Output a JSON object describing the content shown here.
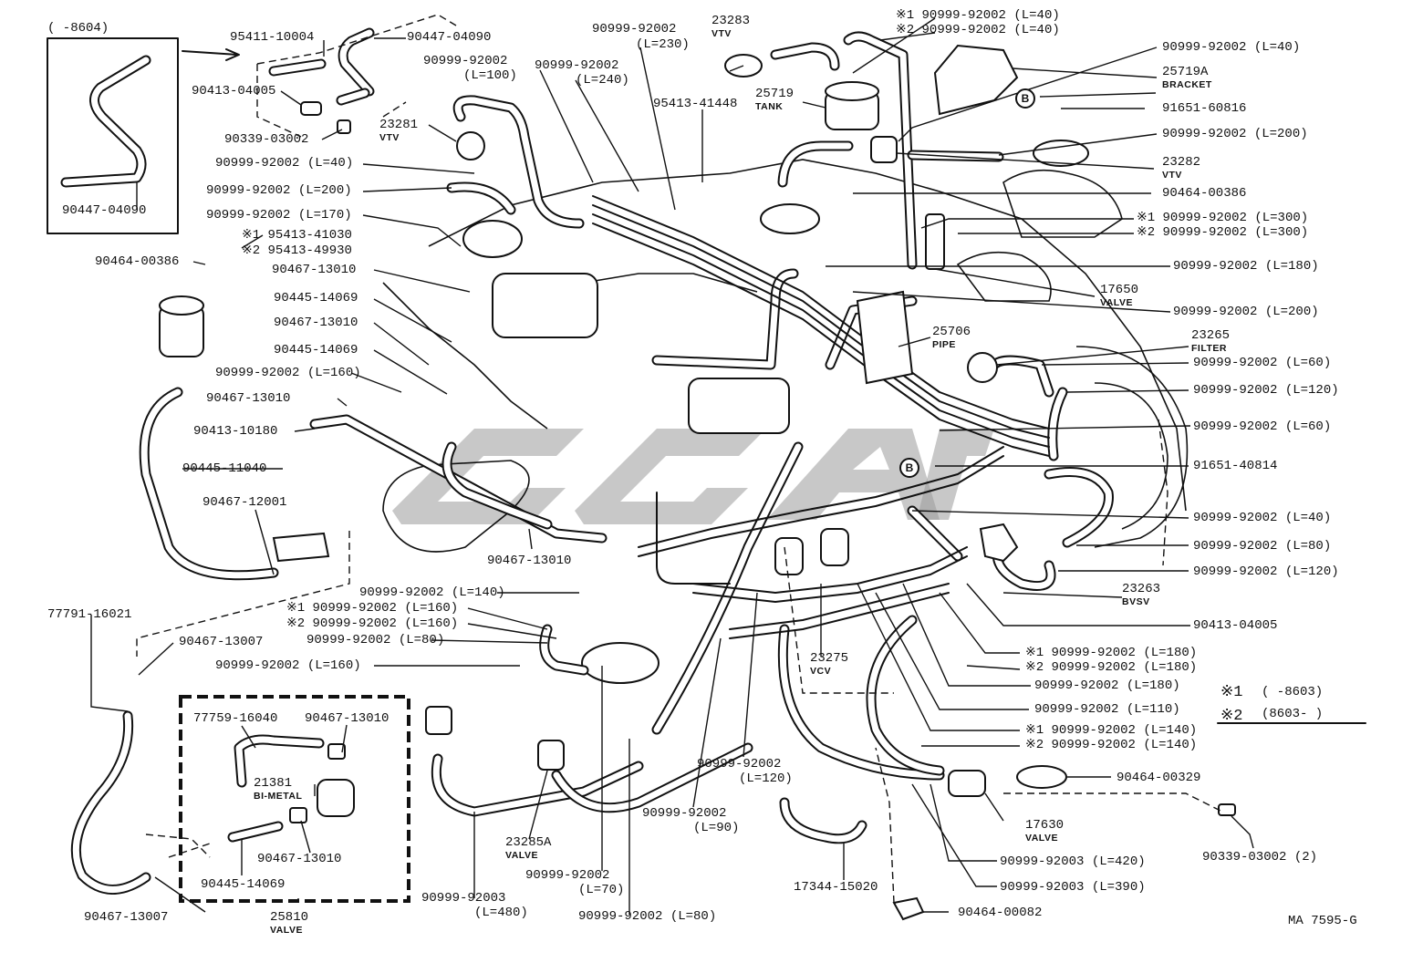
{
  "diagram_code": "MA 7595-G",
  "inset_label": "(      -8604)",
  "legend": {
    "note1": "※1",
    "note1_range": "(        -8603)",
    "note2": "※2",
    "note2_range": "(8603-          )"
  },
  "part_labels": {
    "p95411_10004": "95411-10004",
    "p90447_04090_top": "90447-04090",
    "p90447_04090_inset": "90447-04090",
    "p90413_04005_top": "90413-04005",
    "p90339_03002_top": "90339-03002",
    "p23281": "23281",
    "p23281_sub": "VTV",
    "p90999_40_a": "90999-92002 (L=40)",
    "p90999_200_a": "90999-92002 (L=200)",
    "p90999_170": "90999-92002 (L=170)",
    "p95413_41030": "※1 95413-41030",
    "p95413_49930": "※2 95413-49930",
    "p90464_00386_left": "90464-00386",
    "p90467_13010_a": "90467-13010",
    "p90445_14069_a": "90445-14069",
    "p90467_13010_b": "90467-13010",
    "p90445_14069_b": "90445-14069",
    "p90999_160_a": "90999-92002 (L=160)",
    "p90467_13010_c": "90467-13010",
    "p90413_10180": "90413-10180",
    "p90445_11040": "90445-11040",
    "p90467_12001": "90467-12001",
    "p90467_13010_d": "90467-13010",
    "p90999_140_a": "90999-92002 (L=140)",
    "p90999_160_s1": "※1 90999-92002 (L=160)",
    "p90999_160_s2": "※2 90999-92002 (L=160)",
    "p90999_80_a": "90999-92002 (L=80)",
    "p90999_160_b": "90999-92002 (L=160)",
    "p77791_16021": "77791-16021",
    "p90467_13007_a": "90467-13007",
    "p77759_16040": "77759-16040",
    "p90467_13010_e": "90467-13010",
    "p21381": "21381",
    "p21381_sub": "BI-METAL",
    "p90467_13010_f": "90467-13010",
    "p90445_14069_c": "90445-14069",
    "p90467_13007_b": "90467-13007",
    "p25810": "25810",
    "p25810_sub": "VALVE",
    "p90999_92002_top1": "90999-92002",
    "p90999_100": "(L=100)",
    "p90999_92002_top2": "90999-92002",
    "p90999_240": "(L=240)",
    "p90999_92002_top3": "90999-92002",
    "p90999_230": "(L=230)",
    "p23283": "23283",
    "p23283_sub": "VTV",
    "p95413_41448": "95413-41448",
    "p25719": "25719",
    "p25719_sub": "TANK",
    "p90999_40_s1": "※1 90999-92002 (L=40)",
    "p90999_40_s2": "※2 90999-92002 (L=40)",
    "p90999_40_b": "90999-92002 (L=40)",
    "p25719a": "25719A",
    "p25719a_sub": "BRACKET",
    "p91651_60816": "91651-60816",
    "p90999_200_b": "90999-92002 (L=200)",
    "p23282": "23282",
    "p23282_sub": "VTV",
    "p90464_00386_right": "90464-00386",
    "p90999_300_s1": "※1 90999-92002 (L=300)",
    "p90999_300_s2": "※2 90999-92002 (L=300)",
    "p90999_180_a": "90999-92002 (L=180)",
    "p17650": "17650",
    "p17650_sub": "VALVE",
    "p90999_200_c": "90999-92002 (L=200)",
    "p25706": "25706",
    "p25706_sub": "PIPE",
    "p23265": "23265",
    "p23265_sub": "FILTER",
    "p90999_60_a": "90999-92002 (L=60)",
    "p90999_120_a": "90999-92002 (L=120)",
    "p90999_60_b": "90999-92002 (L=60)",
    "p91651_40814": "91651-40814",
    "p90999_40_c": "90999-92002 (L=40)",
    "p90999_80_b": "90999-92002 (L=80)",
    "p90999_120_b": "90999-92002 (L=120)",
    "p23263": "23263",
    "p23263_sub": "BVSV",
    "p90413_04005_right": "90413-04005",
    "p90999_180_s1": "※1 90999-92002 (L=180)",
    "p90999_180_s2": "※2 90999-92002 (L=180)",
    "p90999_180_b": "90999-92002 (L=180)",
    "p90999_110": "90999-92002 (L=110)",
    "p90999_140_s1": "※1 90999-92002 (L=140)",
    "p90999_140_s2": "※2 90999-92002 (L=140)",
    "p90464_00329": "90464-00329",
    "p17630": "17630",
    "p17630_sub": "VALVE",
    "p90999_92003_420": "90999-92003 (L=420)",
    "p90999_92003_390": "90999-92003 (L=390)",
    "p90339_03002_right": "90339-03002 (2)",
    "p90464_00082": "90464-00082",
    "p17344_15020": "17344-15020",
    "p23275": "23275",
    "p23275_sub": "VCV",
    "p90999_92002_mid": "90999-92002",
    "p90999_120_c": "(L=120)",
    "p90999_92002_90": "90999-92002",
    "p90999_90": "(L=90)",
    "p23285a": "23285A",
    "p23285a_sub": "VALVE",
    "p90999_92002_70": "90999-92002",
    "p90999_70": "(L=70)",
    "p90999_80_c": "90999-92002 (L=80)",
    "p90999_92003_480": "90999-92003",
    "p90999_480": "(L=480)"
  },
  "markers": {
    "b1": "B",
    "b2": "B"
  }
}
